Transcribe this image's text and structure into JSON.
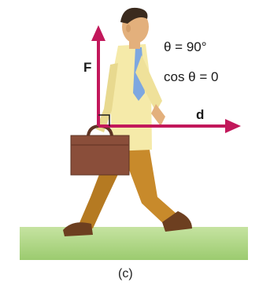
{
  "labels": {
    "force": "F",
    "displacement": "d",
    "theta_equation": "θ  = 90°",
    "cos_equation": "cos θ  = 0"
  },
  "caption": "(c)",
  "colors": {
    "arrow": "#c2185b",
    "shirt": "#f5eaa9",
    "pants": "#c88a2b",
    "briefcase": "#8a4e3a",
    "ground": "#a8cf7c",
    "tie": "#7da7e0",
    "skin": "#e3b07c",
    "hair": "#3b2b1e"
  }
}
